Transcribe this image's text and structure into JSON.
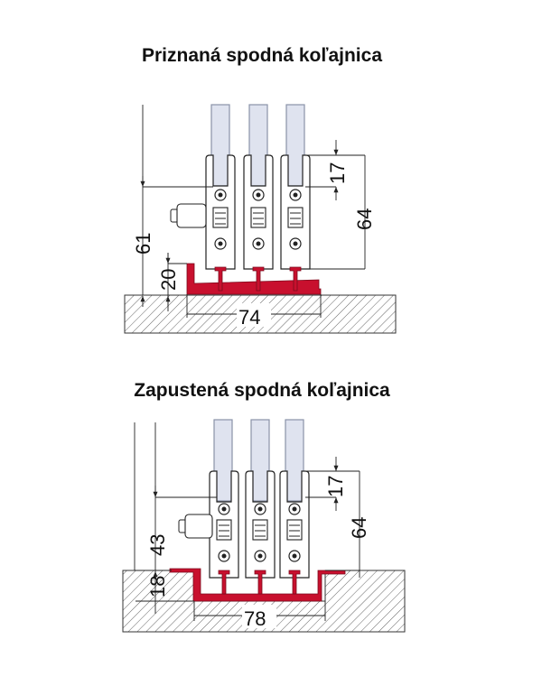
{
  "sections": [
    {
      "title": "Priznaná spodná koľajnica",
      "dimensions": {
        "total_height": "61",
        "rail_height": "20",
        "upper_offset": "17",
        "carriage_height": "64",
        "rail_width": "74"
      }
    },
    {
      "title": "Zapustená spodná koľajnica",
      "dimensions": {
        "total_height": "43",
        "rail_height": "18",
        "upper_offset": "17",
        "carriage_height": "64",
        "rail_width": "78"
      }
    }
  ],
  "colors": {
    "rail": "#c8102e",
    "glass": "#dfe3ef",
    "hatch": "#555555",
    "line": "#222222"
  }
}
